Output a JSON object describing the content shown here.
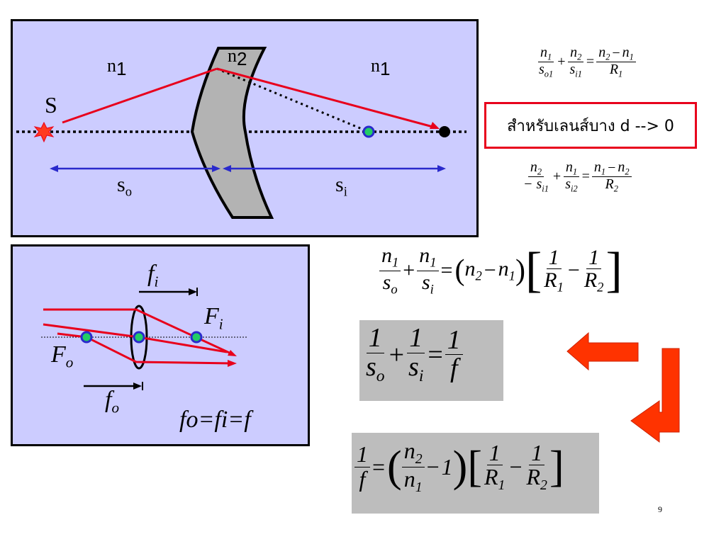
{
  "panel_top": {
    "label_s": "S",
    "label_n1_left": "n",
    "label_n1_left_sub": "1",
    "label_n2": "n",
    "label_n2_sub": "2",
    "label_n1_right": "n",
    "label_n1_right_sub": "1",
    "label_so": "s",
    "label_so_sub": "o",
    "label_si": "s",
    "label_si_sub": "i"
  },
  "panel_bottom": {
    "label_fi": "f",
    "label_fi_sub": "i",
    "label_Fi": "F",
    "label_Fi_sub": "i",
    "label_Fo": "F",
    "label_Fo_sub": "o",
    "label_fo": "f",
    "label_fo_sub": "o",
    "relation": "fo=fi=f"
  },
  "equations": {
    "eq1": "n1/so1 + n2/si1 = (n2 - n1)/R1",
    "thin_lens_note": "สำหรับเลนส์บาง  d --> 0",
    "eq2": "n2/(-si1) + n1/si2 = (n1 - n2)/R2",
    "eq3": "n1/so + n1/si = (n2 - n1)[1/R1 - 1/R2]",
    "eq4": "1/so + 1/si = 1/f",
    "eq5": "1/f = (n2/n1 - 1)[1/R1 - 1/R2]"
  },
  "symbols": {
    "n": "n",
    "s": "s",
    "R": "R",
    "f": "f",
    "one": "1",
    "plus": "+",
    "minus": "−",
    "eq": "=",
    "neg_s": "− s",
    "sub_1": "1",
    "sub_2": "2",
    "sub_o": "o",
    "sub_i": "i",
    "sub_o1": "o1",
    "sub_i1": "i1",
    "sub_i2": "i2",
    "lparen": "(",
    "rparen": ")",
    "lbrack": "[",
    "rbrack": "]",
    "fo_eq_f": "=",
    "fi_eq_f": "="
  },
  "page_number": "9",
  "colors": {
    "panel_bg": "#ccccff",
    "ray_red": "#e8001c",
    "arrow_blue": "#2a2acc",
    "lens_fill": "#b3b3b3",
    "focal_dot": "#22cc66",
    "big_arrow": "#ff3300",
    "grey_box": "#bdbdbd"
  }
}
